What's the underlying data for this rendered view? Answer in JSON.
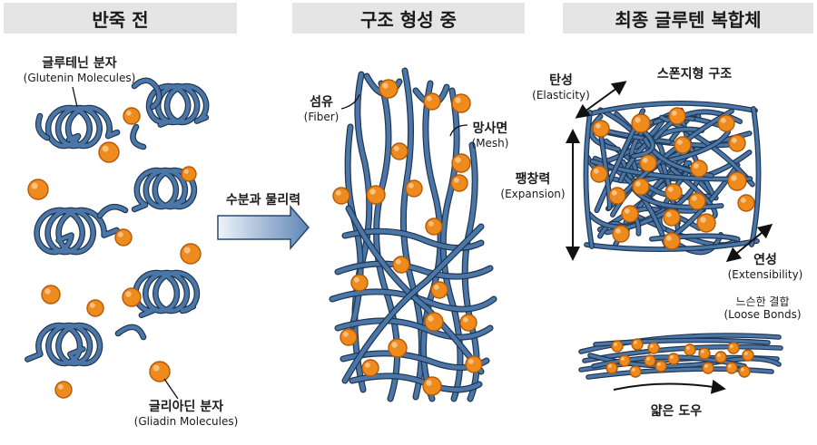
{
  "headers": {
    "before": "반죽 전",
    "during": "구조 형성 중",
    "final": "최종 글루텐 복합체"
  },
  "labels": {
    "glutenin": {
      "ko": "글루테닌 분자",
      "en": "(Glutenin Molecules)"
    },
    "gliadin": {
      "ko": "글리아딘 분자",
      "en": "(Gliadin Molecules)"
    },
    "fiber": {
      "ko": "섬유",
      "en": "(Fiber)"
    },
    "mesh": {
      "ko": "망사면",
      "en": "(Mesh)"
    },
    "process": {
      "ko": "수분과 물리력"
    },
    "elasticity": {
      "ko": "탄성",
      "en": "(Elasticity)"
    },
    "sponge": {
      "ko": "스폰지형 구조"
    },
    "expansion": {
      "ko": "팽창력",
      "en": "(Expansion)"
    },
    "extensibility": {
      "ko": "연성",
      "en": "(Extensibility)"
    },
    "loose": {
      "ko": "느슨한 결합",
      "en": "(Loose Bonds)"
    },
    "thin": {
      "ko": "얇은 도우"
    }
  },
  "colors": {
    "strand": "#4a76a8",
    "strand_outline": "#1f3550",
    "gliadin_ball": "#ef8a1c",
    "gliadin_dark": "#b35a0a",
    "header_bg": "#e5e5e5"
  }
}
